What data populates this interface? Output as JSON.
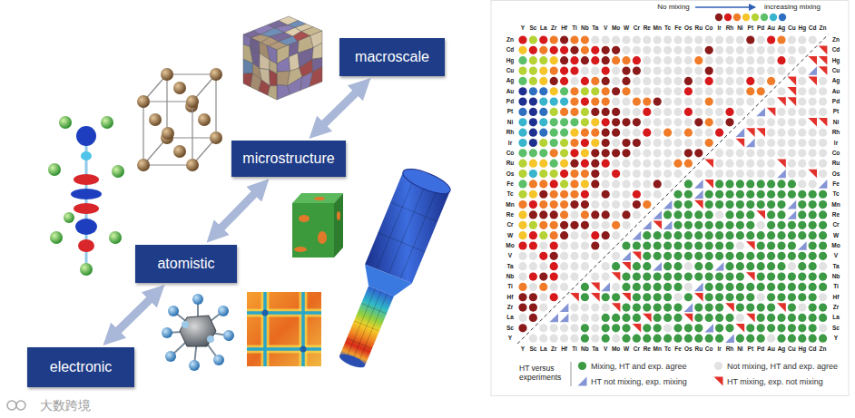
{
  "diagram": {
    "nodes": [
      {
        "text": [
          "electronic"
        ]
      },
      {
        "text": [
          "atomistic"
        ]
      },
      {
        "text": [
          "microstructure"
        ]
      },
      {
        "text": [
          "macroscale"
        ]
      }
    ],
    "edges": [
      {
        "from": 0,
        "to": 1,
        "arrow": "both"
      },
      {
        "from": 1,
        "to": 2,
        "arrow": "both"
      },
      {
        "from": 2,
        "to": 3,
        "arrow": "both"
      }
    ],
    "labels": [
      "No mixing",
      "increasing mixing",
      "Y",
      "Sc",
      "La",
      "Zr",
      "Hf",
      "Ti",
      "Nb",
      "Ta",
      "V",
      "Mo",
      "W",
      "Cr",
      "Re",
      "Mn",
      "Tc",
      "Fe",
      "Os",
      "Ru",
      "Co",
      "Ir",
      "Rh",
      "Ni",
      "Pt",
      "Pd",
      "Au",
      "Ag",
      "Cu",
      "Hg",
      "Cd",
      "Zn",
      "Zn",
      "Cd",
      "Hg",
      "Cu",
      "Ag",
      "Au",
      "Pd",
      "Pt",
      "Ni",
      "Rh",
      "Ir",
      "Co",
      "Ru",
      "Os",
      "Fe",
      "Tc",
      "Mn",
      "Re",
      "Cr",
      "W",
      "Mo",
      "V",
      "Ta",
      "Nb",
      "Ti",
      "Hf",
      "Zr",
      "La",
      "Sc",
      "Y",
      "Zn",
      "Cd",
      "Hg",
      "Cu",
      "Ag",
      "Au",
      "Pd",
      "Pt",
      "Ni",
      "Rh",
      "Ir",
      "Co",
      "Ru",
      "Os",
      "Fe",
      "Tc",
      "Mn",
      "Re",
      "Cr",
      "W",
      "Mo",
      "V",
      "Ta",
      "Nb",
      "Ti",
      "Hf",
      "Zr",
      "La",
      "Sc",
      "Y",
      "Y",
      "Sc",
      "La",
      "Zr",
      "Hf",
      "Ti",
      "Nb",
      "Ta",
      "V",
      "Mo",
      "W",
      "Cr",
      "Re",
      "Mn",
      "Tc",
      "Fe",
      "Os",
      "Ru",
      "Co",
      "Ir",
      "Rh",
      "Ni",
      "Pt",
      "Pd",
      "Au",
      "Ag",
      "Cu",
      "Hg",
      "Cd",
      "Zn",
      "HT versus experiments",
      "大数跨境"
    ],
    "legend": [
      {
        "text": "Mixing, HT and exp. agree",
        "color": "#3c9a45"
      },
      {
        "text": "Not mixing, HT and exp. agree",
        "color": "#e2e2e2"
      },
      {
        "text": "HT not mixing, exp. mixing",
        "color": "#8494d4"
      },
      {
        "text": "HT mixing, exp. not mixing",
        "color": "#e2302a"
      }
    ]
  }
}
